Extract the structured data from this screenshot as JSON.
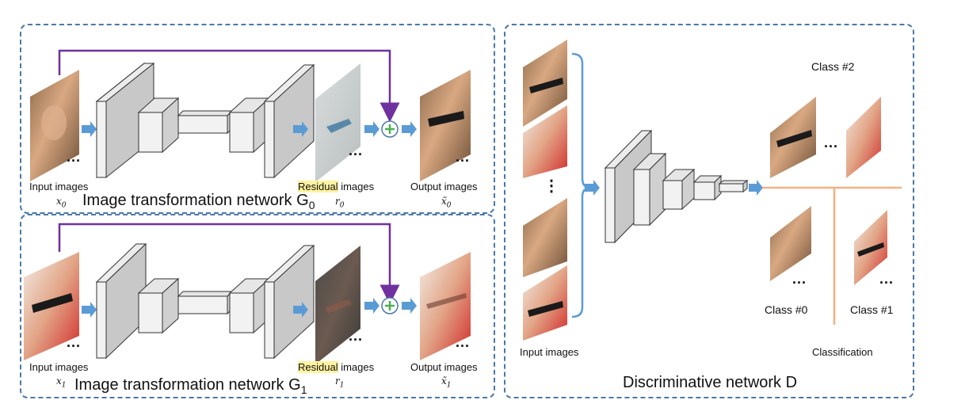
{
  "generator_top": {
    "input_label": "Input images",
    "input_var": "x",
    "input_sub": "0",
    "residual_hl": "Residual",
    "residual_rest": " images",
    "residual_var": "r",
    "residual_sub": "0",
    "output_label": "Output images",
    "output_var": "x̃",
    "output_sub": "0",
    "title": "Image transformation network G",
    "title_sub": "0",
    "ellipsis": "..."
  },
  "generator_bottom": {
    "input_label": "Input images",
    "input_var": "x",
    "input_sub": "1",
    "residual_hl": "Residual",
    "residual_rest": " images",
    "residual_var": "r",
    "residual_sub": "1",
    "output_label": "Output images",
    "output_var": "x̃",
    "output_sub": "1",
    "title": "Image transformation network G",
    "title_sub": "1",
    "ellipsis": "..."
  },
  "discriminator": {
    "input_label": "Input images",
    "vertical_ellipsis": "⋮",
    "class_2": "Class #2",
    "class_0": "Class #0",
    "class_1": "Class #1",
    "classification": "Classification",
    "title": "Discriminative network D",
    "ellipsis": "..."
  },
  "colors": {
    "frame": "#4a78a8",
    "arrow": "#5b9bd5",
    "skip": "#7030a0",
    "plus": "#4caf50",
    "class_line": "#f4b183",
    "highlight": "#fff3a0"
  },
  "icons": {
    "flow_arrow": "blue-arrow-icon",
    "sum": "circled-plus-icon"
  }
}
